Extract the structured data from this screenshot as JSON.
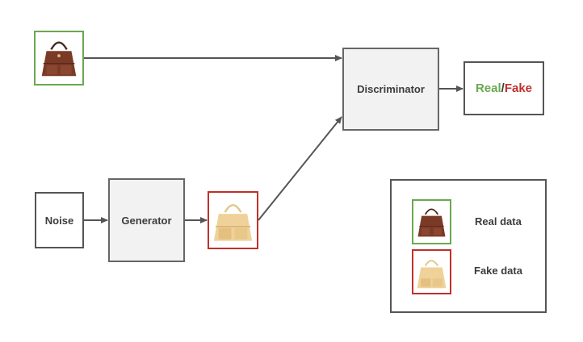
{
  "nodes": {
    "noise": "Noise",
    "generator": "Generator",
    "discriminator": "Discriminator"
  },
  "output": {
    "real": "Real",
    "separator": "/",
    "fake": "Fake"
  },
  "legend": {
    "real_label": "Real data",
    "fake_label": "Fake data"
  },
  "colors": {
    "real": "#6aa84f",
    "fake": "#c0302b",
    "edge": "#555555",
    "box_fill": "#f2f2f2"
  },
  "icons": {
    "real_sample": "handbag-photo-icon",
    "fake_sample": "generated-handbag-icon"
  }
}
